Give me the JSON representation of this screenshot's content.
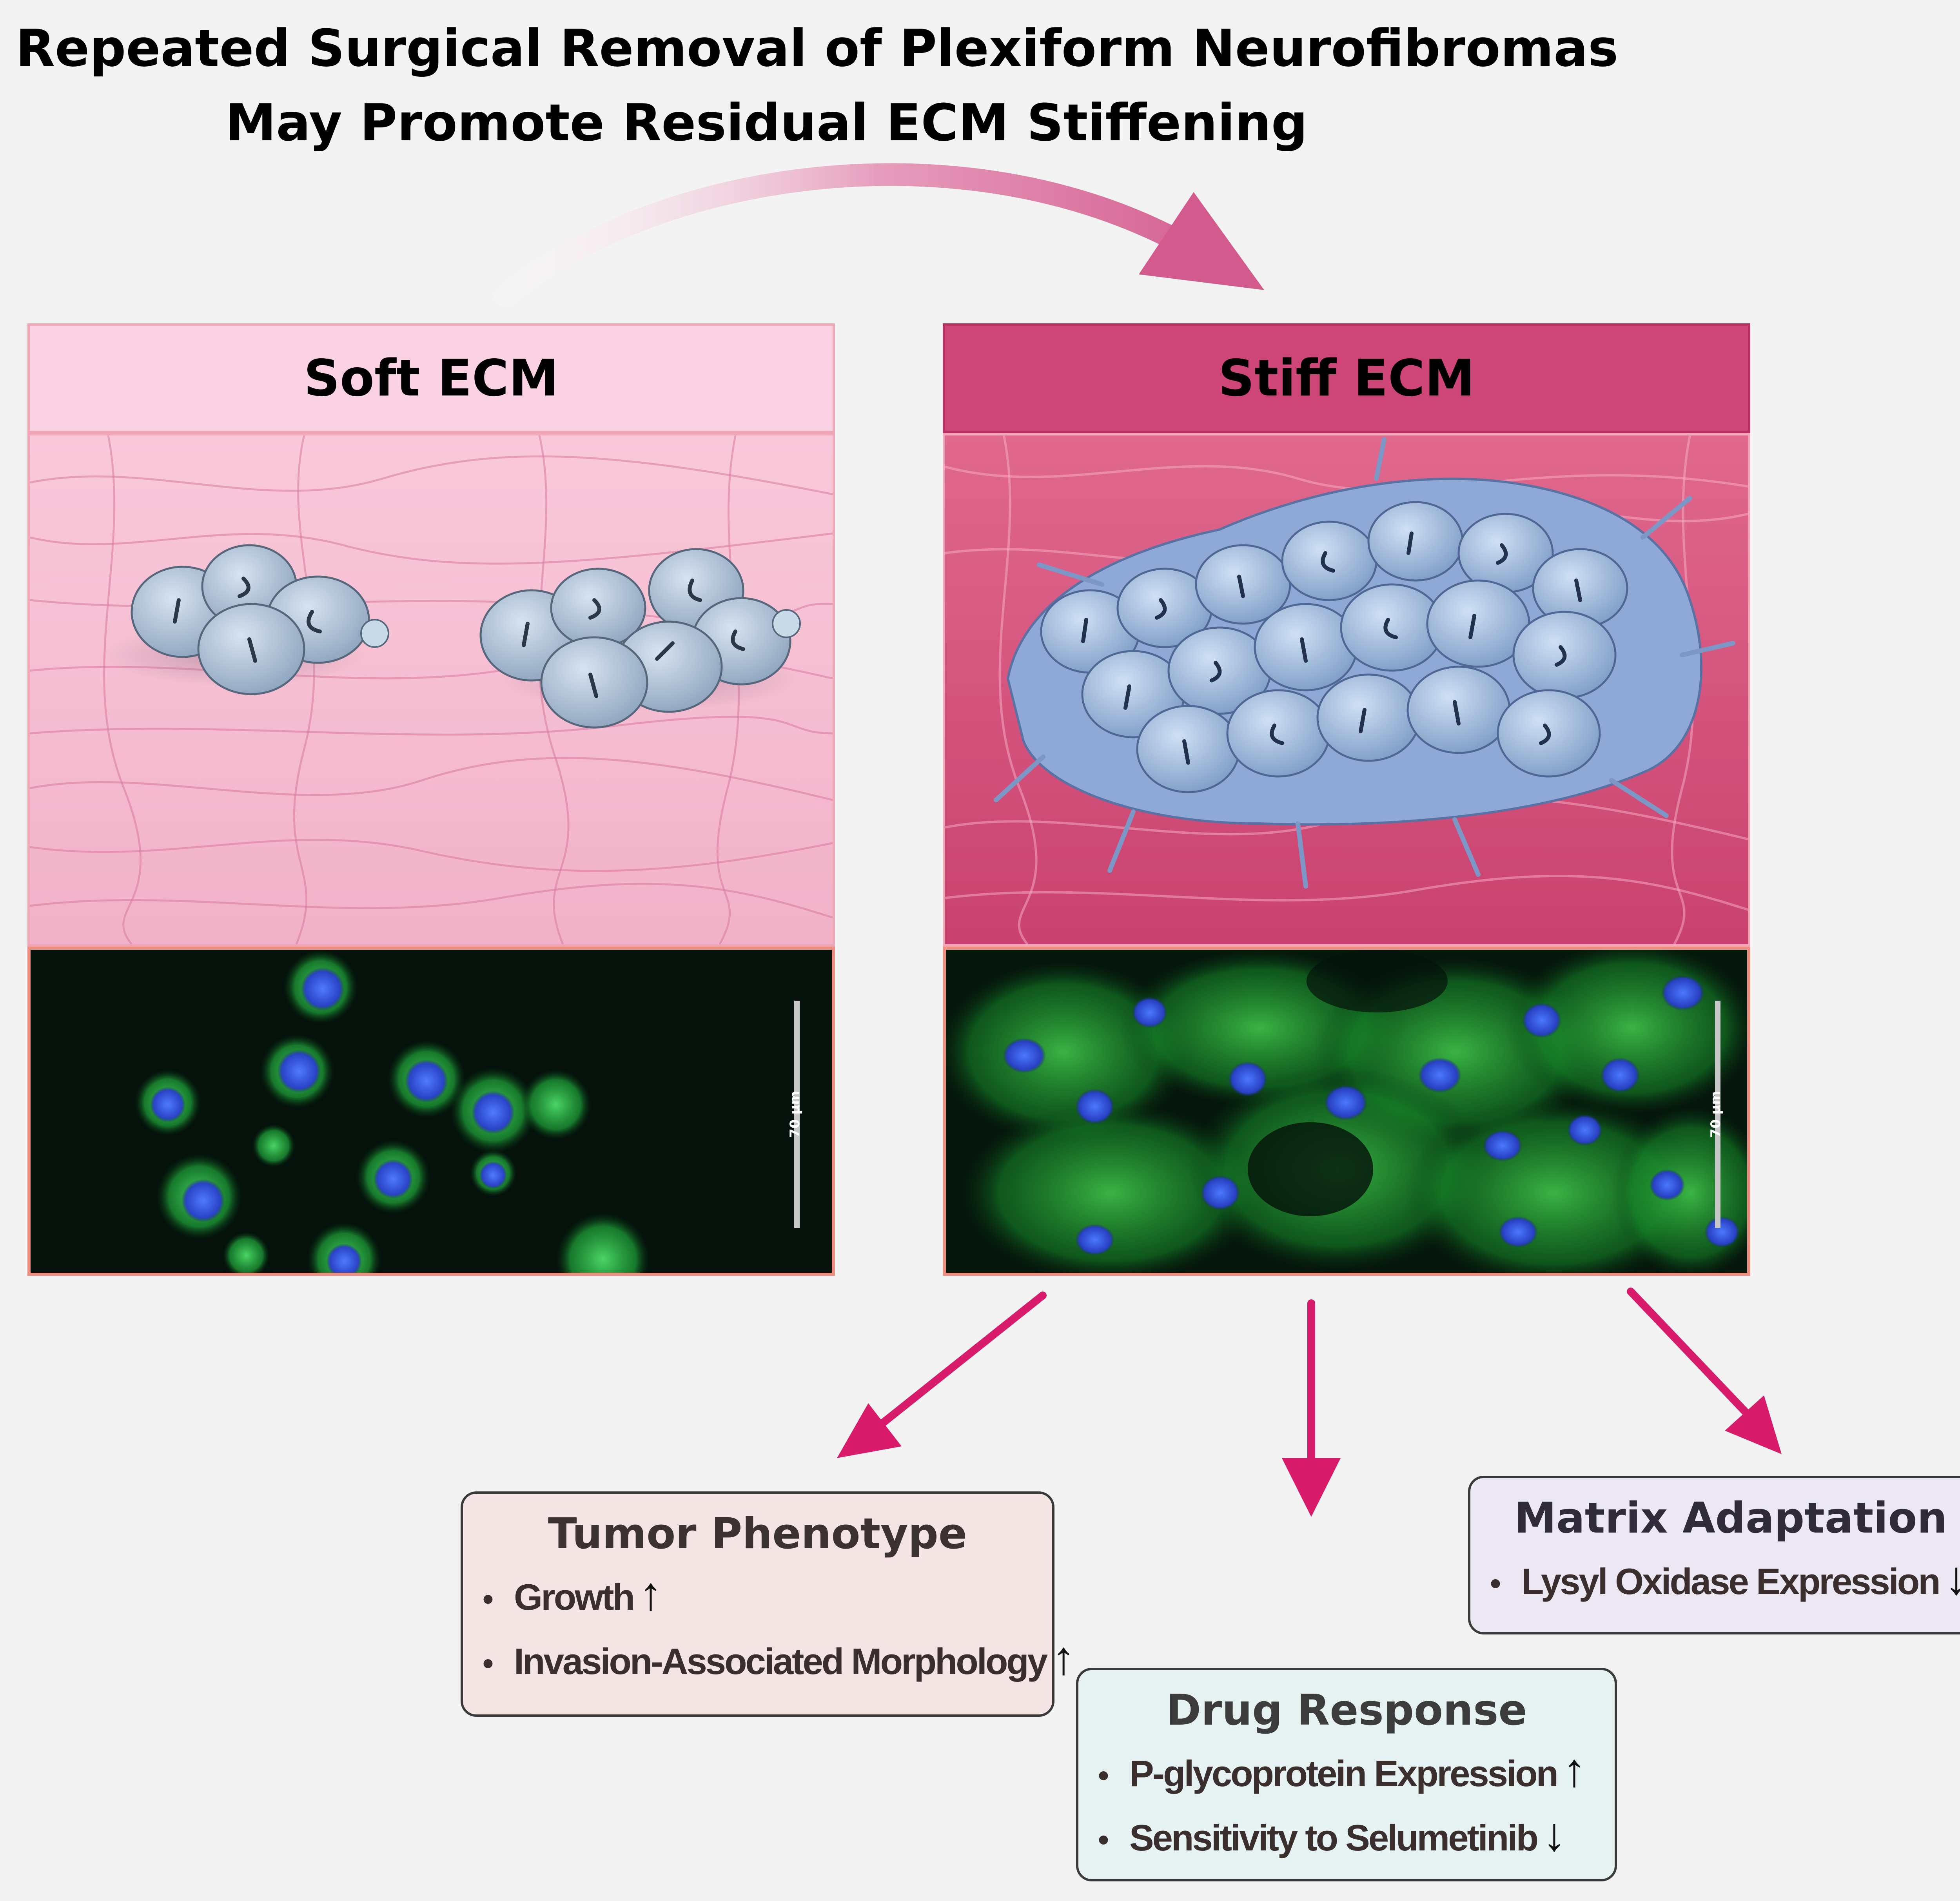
{
  "title": {
    "line1": "Repeated Surgical Removal of Plexiform Neurofibromas",
    "line2": "May Promote Residual ECM Stiffening"
  },
  "panels": {
    "soft": {
      "label": "Soft ECM",
      "scale_bar": "70 µm"
    },
    "stiff": {
      "label": "Stiff ECM",
      "scale_bar": "70 µm"
    }
  },
  "outcomes": {
    "tumor_phenotype": {
      "title": "Tumor Phenotype",
      "items": [
        {
          "text": "Growth",
          "direction": "↑"
        },
        {
          "text": "Invasion-Associated Morphology",
          "direction": "↑"
        }
      ]
    },
    "drug_response": {
      "title": "Drug Response",
      "items": [
        {
          "text": "P-glycoprotein Expression",
          "direction": "↑"
        },
        {
          "text": "Sensitivity to Selumetinib",
          "direction": "↓"
        }
      ]
    },
    "matrix_adaptation": {
      "title": "Matrix Adaptation",
      "items": [
        {
          "text": "Lysyl Oxidase Expression",
          "direction": "↓"
        }
      ]
    }
  },
  "colors": {
    "accent_arrow": "#d81b6a",
    "soft_header_bg": "#fbd2e3",
    "stiff_header_bg": "#cd4677",
    "cell_blue": "#9fb6cf",
    "actin_green": "#2ecc40",
    "nucleus_blue": "#2f4cd6"
  }
}
